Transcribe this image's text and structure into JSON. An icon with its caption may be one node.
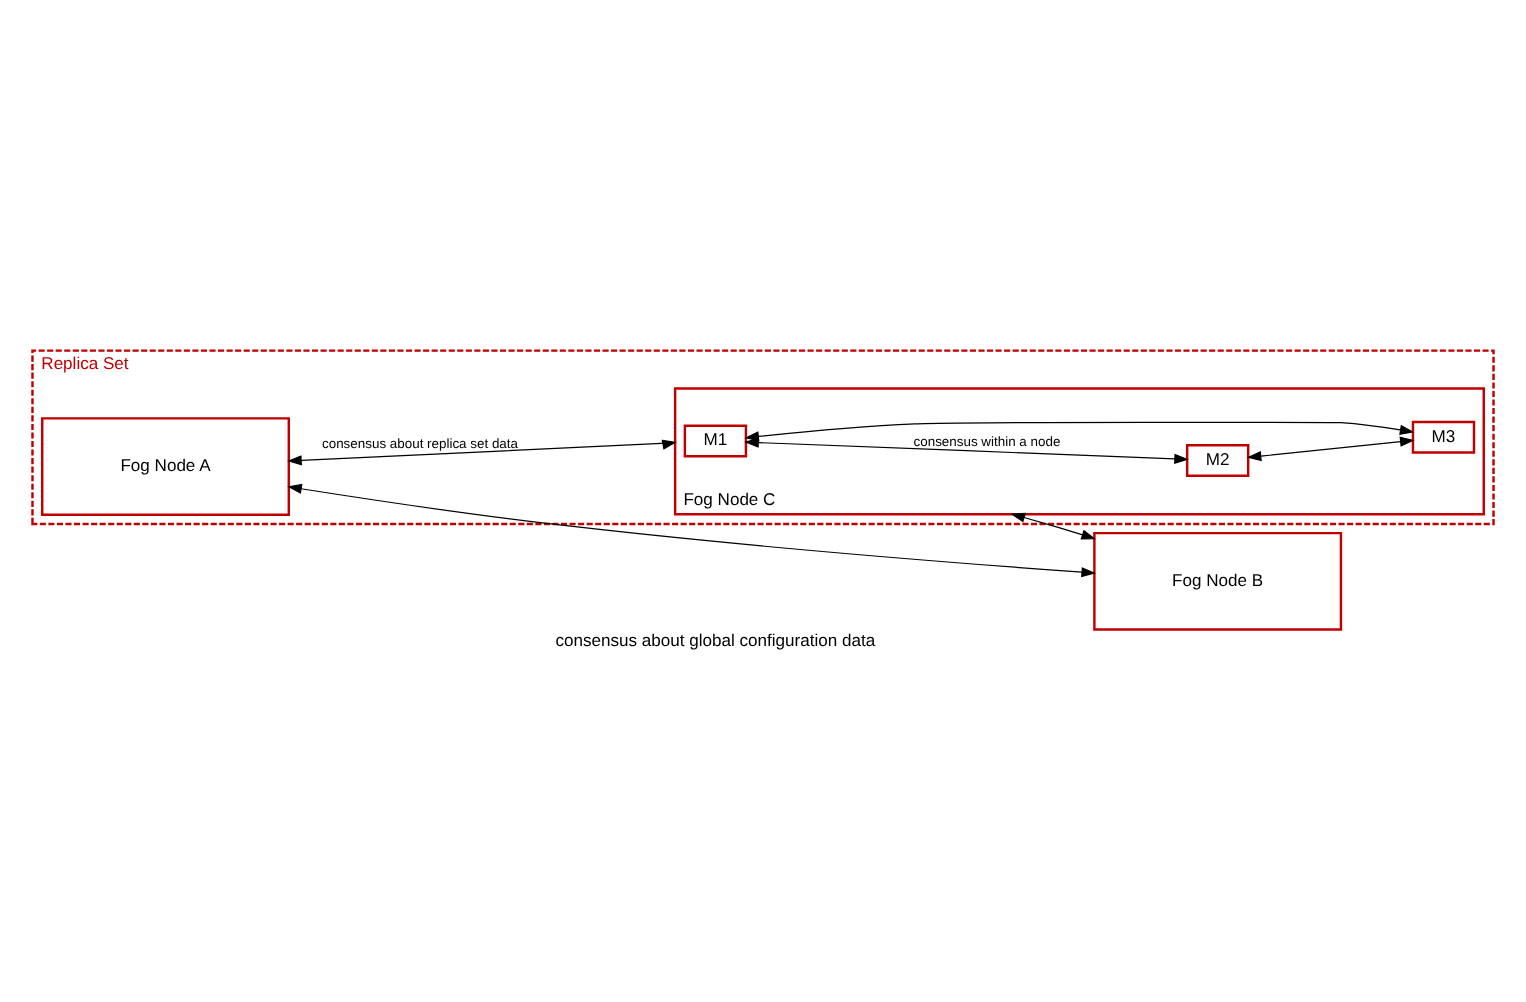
{
  "diagram": {
    "nodes": [
      {
        "text": [
          "Replica Set"
        ]
      },
      {
        "text": [
          "Fog Node A"
        ],
        "in": 0
      },
      {
        "text": [
          "Fog Node C"
        ],
        "in": 0
      },
      {
        "text": [
          "M1"
        ],
        "in": 2
      },
      {
        "text": [
          "M2"
        ],
        "in": 2
      },
      {
        "text": [
          "M3"
        ],
        "in": 2
      },
      {
        "text": [
          "Fog Node B"
        ]
      }
    ],
    "edges": [
      {
        "from": 1,
        "to": 6,
        "arrow": "both"
      },
      {
        "from": 1,
        "to": 2,
        "arrow": "both",
        "label": "consensus about replica set data"
      },
      {
        "from": 3,
        "to": 4,
        "arrow": "both",
        "label": "consensus within a node"
      },
      {
        "from": 3,
        "to": 5,
        "arrow": "both"
      },
      {
        "from": 4,
        "to": 5,
        "arrow": "both"
      },
      {
        "from": 2,
        "to": 6,
        "arrow": "both"
      }
    ],
    "labels": [
      "consensus about global configuration data"
    ]
  }
}
